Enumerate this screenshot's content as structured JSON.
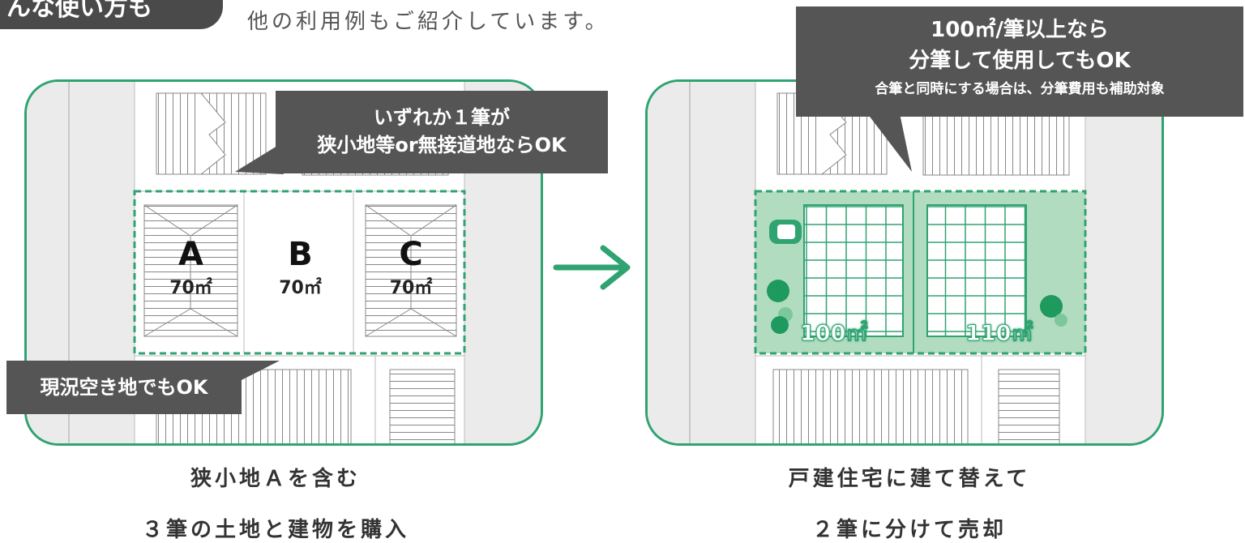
{
  "header": {
    "tag_label": "んな使い方も",
    "intro_text": "他の利用例もご紹介しています。"
  },
  "before": {
    "bubble_top_line1": "いずれか１筆が",
    "bubble_top_line2": "狭小地等or無接道地ならOK",
    "bubble_bottom": "現況空き地でもOK",
    "lots": [
      {
        "letter": "A",
        "area": "70㎡"
      },
      {
        "letter": "B",
        "area": "70㎡"
      },
      {
        "letter": "C",
        "area": "70㎡"
      }
    ],
    "caption_line1": "狭小地Ａを含む",
    "caption_line2": "３筆の土地と建物を購入"
  },
  "after": {
    "bubble_line1": "100㎡/筆以上なら",
    "bubble_line2": "分筆して使用してもOK",
    "bubble_line3": "合筆と同時にする場合は、分筆費用も補助対象",
    "lots": [
      {
        "area": "100㎡"
      },
      {
        "area": "110㎡"
      }
    ],
    "caption_line1": "戸建住宅に建て替えて",
    "caption_line2": "２筆に分けて売却"
  },
  "colors": {
    "accent": "#2fa371",
    "bubble": "#555555",
    "road": "#ebebeb"
  },
  "icons": {
    "arrow": "arrow-right-icon",
    "car": "car-icon",
    "tree": "tree-icon"
  }
}
